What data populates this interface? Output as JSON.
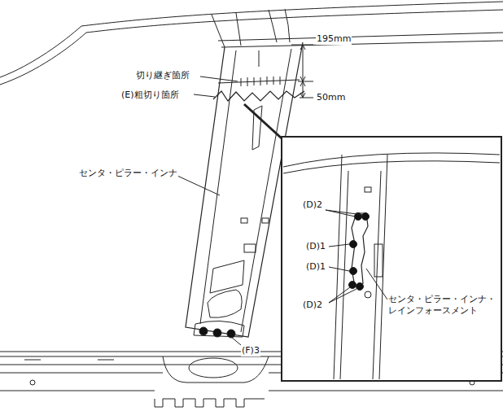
{
  "diagram": {
    "labels": [
      "195mm",
      "切り継ぎ箇所",
      "50mm",
      "(E)粗切り箇所",
      "センタ・ピラー・インナ",
      "(D)2",
      "(D)1",
      "(D)1",
      "(D)2",
      "センタ・ピラー・インナ・ レインフォースメント",
      "(F)3"
    ]
  }
}
